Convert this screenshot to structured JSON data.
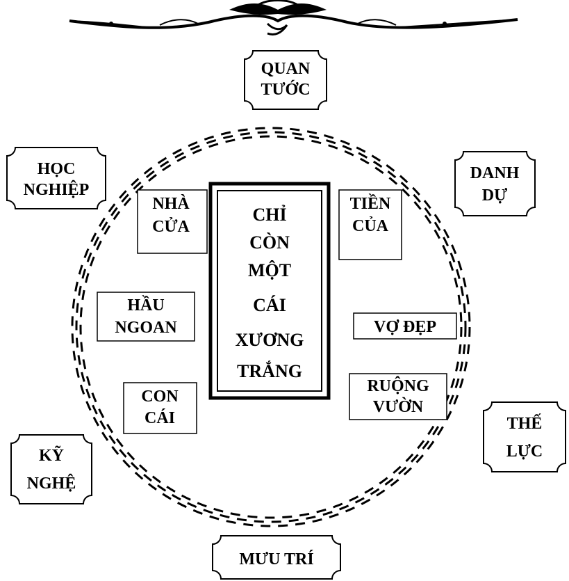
{
  "colors": {
    "ink": "#000000",
    "paper": "#ffffff"
  },
  "ornament": {
    "icon": "decorative-flourish-icon"
  },
  "outer_boxes": {
    "quan_tuoc": [
      "QUAN",
      "TƯỚC"
    ],
    "hoc_nghiep": [
      "HỌC",
      "NGHIỆP"
    ],
    "danh_du": [
      "DANH",
      "DỰ"
    ],
    "the_luc": [
      "THẾ",
      "LỰC"
    ],
    "ky_nghe": [
      "KỸ",
      "NGHỆ"
    ],
    "muu_tri": [
      "MƯU TRÍ"
    ]
  },
  "inner_boxes": {
    "nha_cua": [
      "NHÀ",
      "CỬA"
    ],
    "tien_cua": [
      "TIỀN",
      "CỦA"
    ],
    "hau_ngoan": [
      "HẦU",
      "NGOAN"
    ],
    "vo_dep": [
      "VỢ ĐẸP"
    ],
    "con_cai": [
      "CON",
      "CÁI"
    ],
    "ruong_vuon": [
      "RUỘNG",
      "VƯỜN"
    ]
  },
  "center": {
    "lines": [
      "CHỈ",
      "CÒN",
      "MỘT",
      "CÁI",
      "XƯƠNG",
      "TRẮNG"
    ]
  }
}
